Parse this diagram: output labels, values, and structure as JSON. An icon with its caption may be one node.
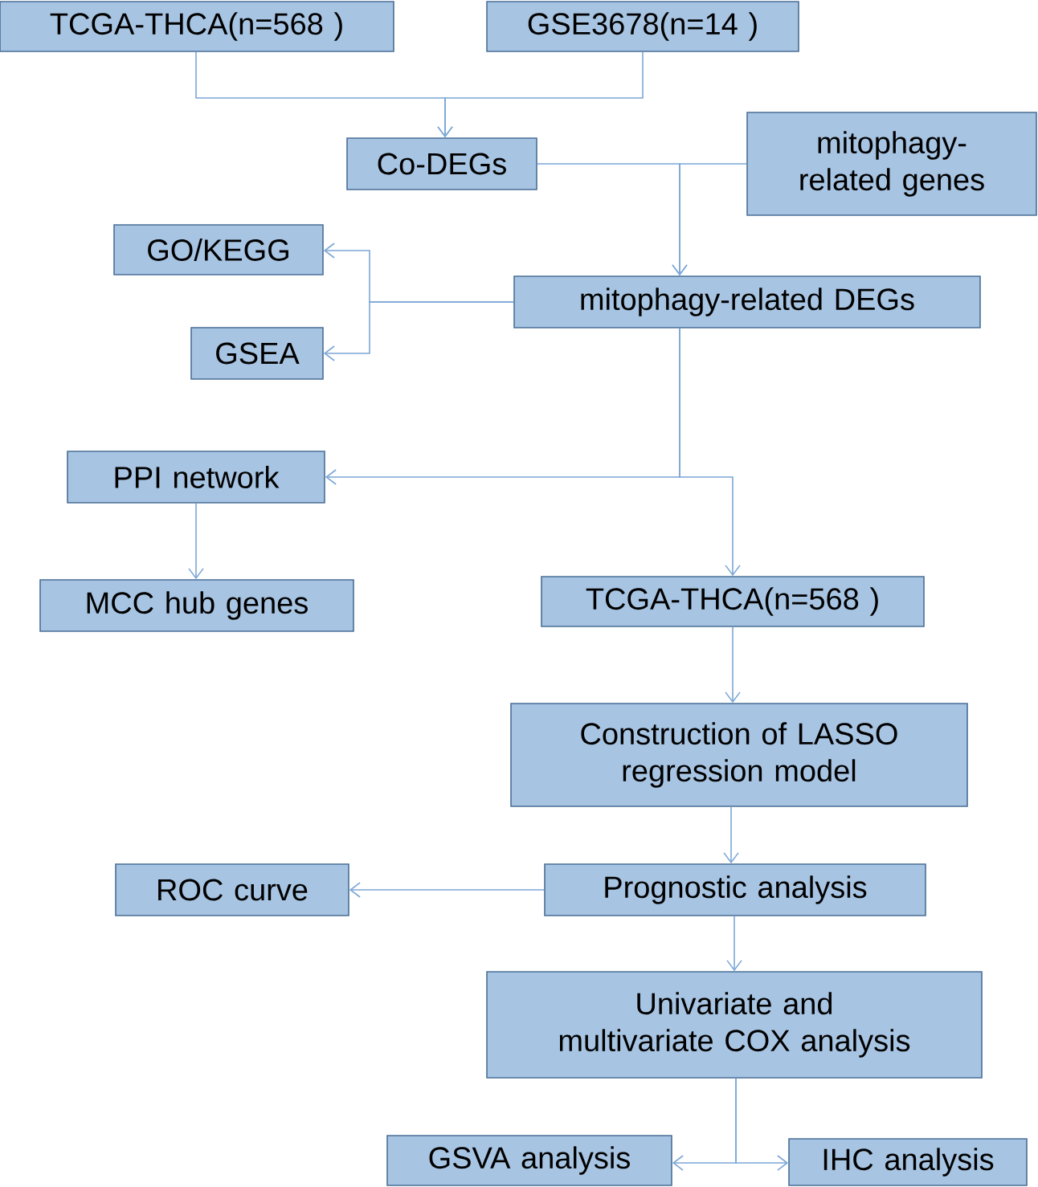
{
  "diagram": {
    "nodes": [
      {
        "text": [
          "TCGA-THCA(n=568 )"
        ]
      },
      {
        "text": [
          "GSE3678(n=14 )"
        ]
      },
      {
        "text": [
          "Co-DEGs"
        ]
      },
      {
        "text": [
          "mitophagy-related genes"
        ]
      },
      {
        "text": [
          "GO/KEGG"
        ]
      },
      {
        "text": [
          "mitophagy-related DEGs"
        ]
      },
      {
        "text": [
          "GSEA"
        ]
      },
      {
        "text": [
          "PPI network"
        ]
      },
      {
        "text": [
          "MCC hub genes"
        ]
      },
      {
        "text": [
          "TCGA-THCA(n=568 )"
        ]
      },
      {
        "text": [
          "Construction of LASSO regression model"
        ]
      },
      {
        "text": [
          "ROC curve"
        ]
      },
      {
        "text": [
          "Prognostic analysis"
        ]
      },
      {
        "text": [
          "Univariate and multivariate COX analysis"
        ]
      },
      {
        "text": [
          "GSVA analysis"
        ]
      },
      {
        "text": [
          "IHC analysis"
        ]
      }
    ],
    "edges": [
      {
        "from": 0,
        "to": 2,
        "arrow": "to"
      },
      {
        "from": 1,
        "to": 2,
        "arrow": "to"
      },
      {
        "from": 2,
        "to": 5,
        "arrow": "to"
      },
      {
        "from": 3,
        "to": 5,
        "arrow": "to"
      },
      {
        "from": 5,
        "to": 4,
        "arrow": "to"
      },
      {
        "from": 5,
        "to": 6,
        "arrow": "to"
      },
      {
        "from": 5,
        "to": 7,
        "arrow": "to"
      },
      {
        "from": 5,
        "to": 9,
        "arrow": "to"
      },
      {
        "from": 7,
        "to": 8,
        "arrow": "to"
      },
      {
        "from": 9,
        "to": 10,
        "arrow": "to"
      },
      {
        "from": 10,
        "to": 12,
        "arrow": "to"
      },
      {
        "from": 12,
        "to": 11,
        "arrow": "to"
      },
      {
        "from": 12,
        "to": 13,
        "arrow": "to"
      },
      {
        "from": 13,
        "to": 14,
        "arrow": "to"
      },
      {
        "from": 13,
        "to": 15,
        "arrow": "to"
      }
    ]
  }
}
